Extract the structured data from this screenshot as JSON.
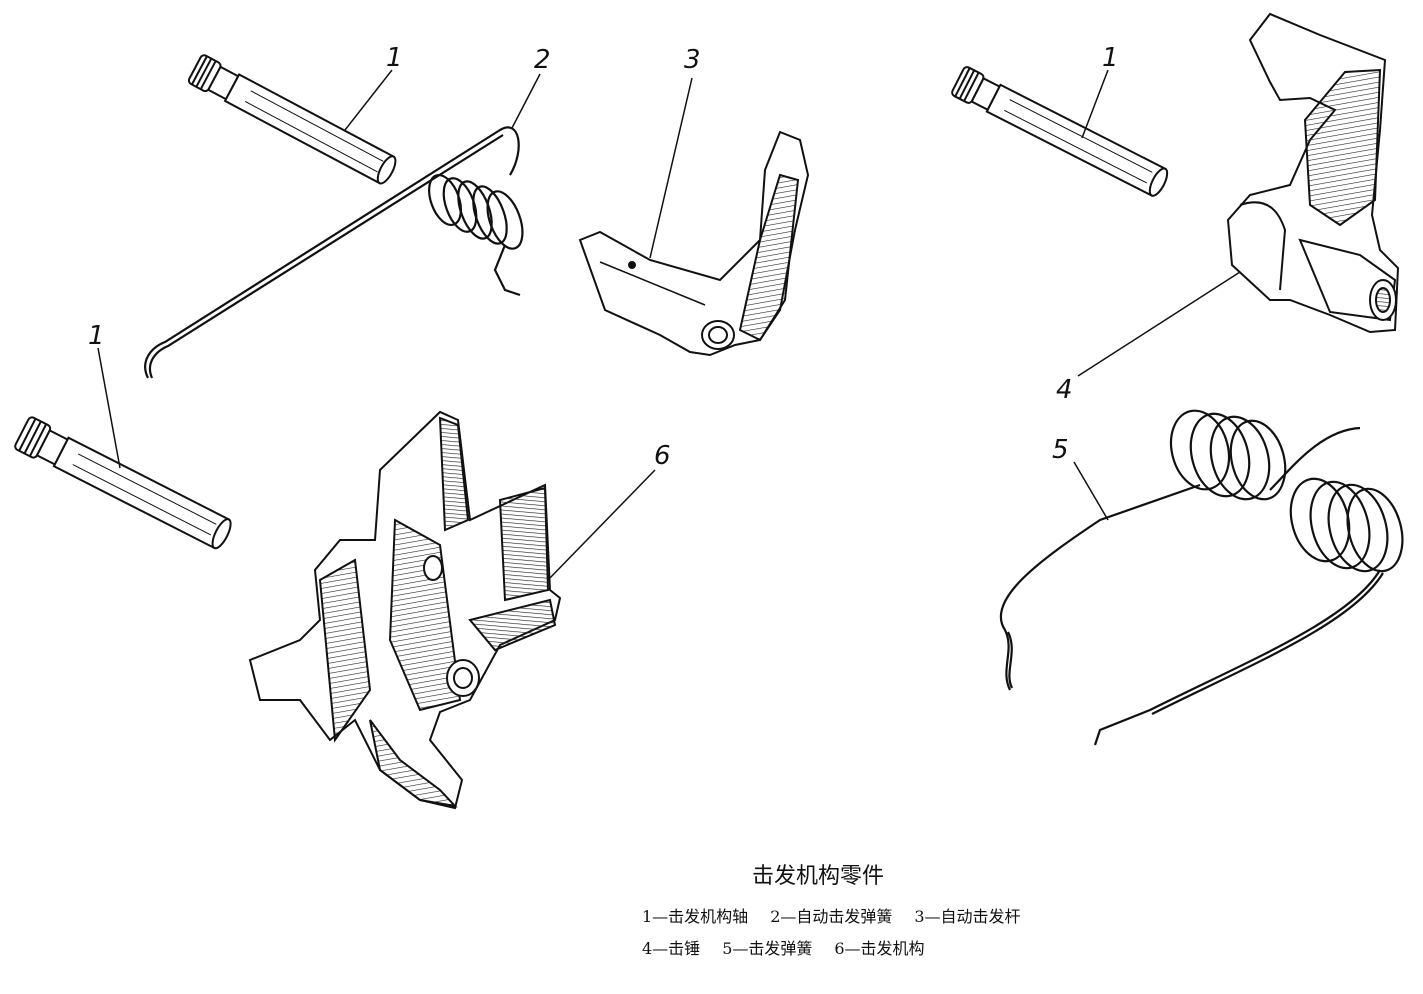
{
  "figure": {
    "title": "击发机构零件",
    "legend_row1": [
      "1—击发机构轴",
      "2—自动击发弹簧",
      "3—自动击发杆"
    ],
    "legend_row2": [
      "4—击锤",
      "5—击发弹簧",
      "6—击发机构"
    ],
    "callouts": {
      "axle_top": "1",
      "auto_spring": "2",
      "auto_lever": "3",
      "axle_right": "1",
      "hammer": "4",
      "firing_spring": "5",
      "axle_left": "1",
      "mechanism": "6"
    }
  }
}
